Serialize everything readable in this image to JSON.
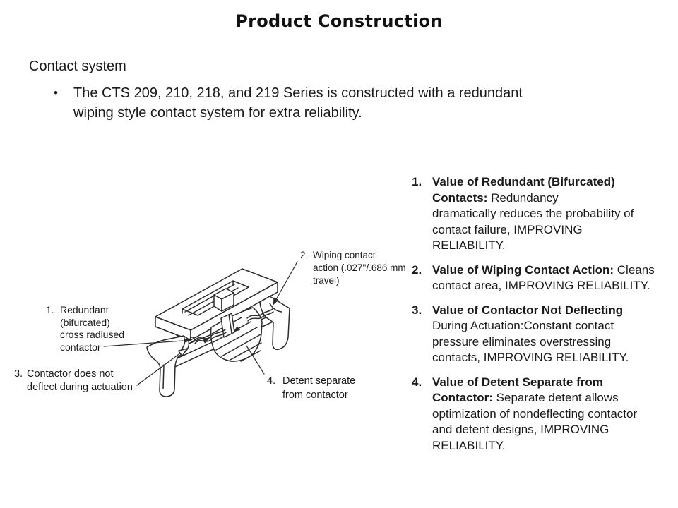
{
  "page": {
    "title": "Product Construction"
  },
  "colors": {
    "bg": "#ffffff",
    "ink": "#1a1a1a",
    "line": "#2b2b2b"
  },
  "intro": {
    "subtitle": "Contact system",
    "bullet_marker": "•",
    "bullet_text": "The CTS 209, 210, 218, and 219 Series is constructed with a redundant\nwiping style contact system for extra reliability."
  },
  "diagram": {
    "labels": [
      {
        "num": "1.",
        "text": "Redundant\n(bifurcated)\ncross radiused\ncontactor"
      },
      {
        "num": "2.",
        "text": "Wiping contact\naction (.027\"/.686 mm\ntravel)"
      },
      {
        "num": "3.",
        "text": "Contactor does not\ndeflect during actuation"
      },
      {
        "num": "4.",
        "text": "Detent separate\nfrom contactor"
      }
    ]
  },
  "values": {
    "items": [
      {
        "num": "1.",
        "lead": "Value of Redundant (Bifurcated)\nContacts:",
        "rest": " Redundancy\ndramatically reduces the probability of\ncontact failure, IMPROVING\nRELIABILITY."
      },
      {
        "num": "2.",
        "lead": "Value of Wiping Contact Action:",
        "rest": " Cleans\ncontact area, IMPROVING RELIABILITY."
      },
      {
        "num": "3.",
        "lead": "Value of Contactor Not Deflecting",
        "rest": "\nDuring Actuation:Constant contact\npressure eliminates overstressing\ncontacts, IMPROVING RELIABILITY."
      },
      {
        "num": "4.",
        "lead": "Value of Detent Separate from\nContactor:",
        "rest": " Separate detent allows\noptimization of nondeflecting contactor\nand detent designs, IMPROVING\nRELIABILITY."
      }
    ]
  }
}
